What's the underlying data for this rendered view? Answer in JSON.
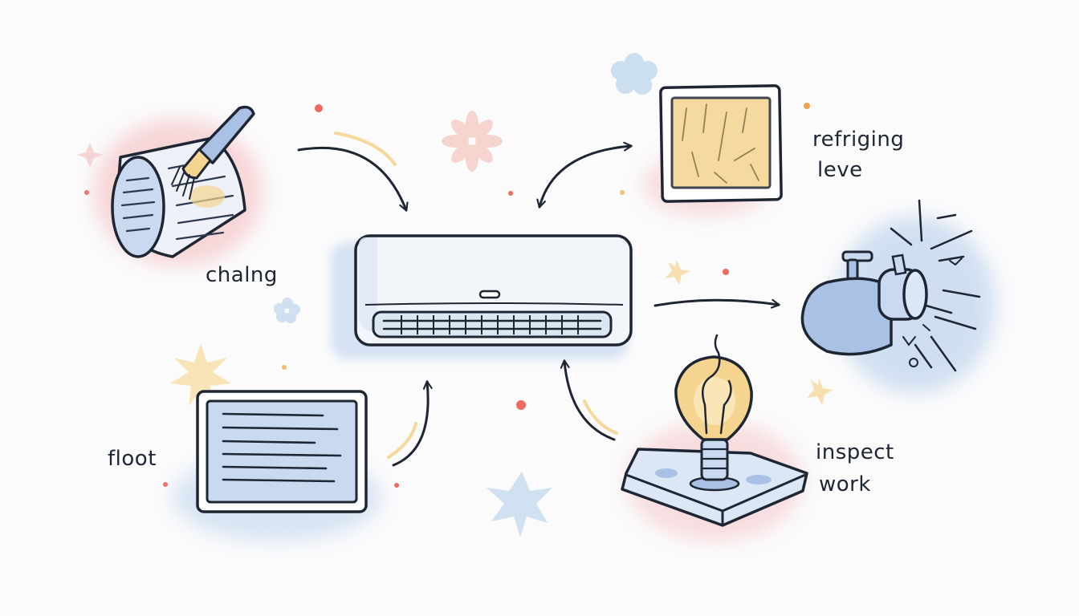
{
  "labels": {
    "filter_cleaning": "chalng",
    "refrigerant_level": [
      "refriging",
      "leve"
    ],
    "floor_unit": "floot",
    "inspect_work": [
      "inspect",
      "work"
    ]
  },
  "colors": {
    "ink": "#1e2533",
    "blue_wash": "#c9daf0",
    "pink_wash": "#f6c9cb",
    "yellow_wash": "#f4d48f",
    "accent_red": "#ef6b5f",
    "accent_orange": "#f0a04b"
  },
  "icons": {
    "center": "air-conditioner-icon",
    "top_left": "filter-brush-icon",
    "top_right": "filter-panel-icon",
    "right": "compressor-icon",
    "bottom_left": "screen-icon",
    "bottom_right": "bulb-icon"
  }
}
